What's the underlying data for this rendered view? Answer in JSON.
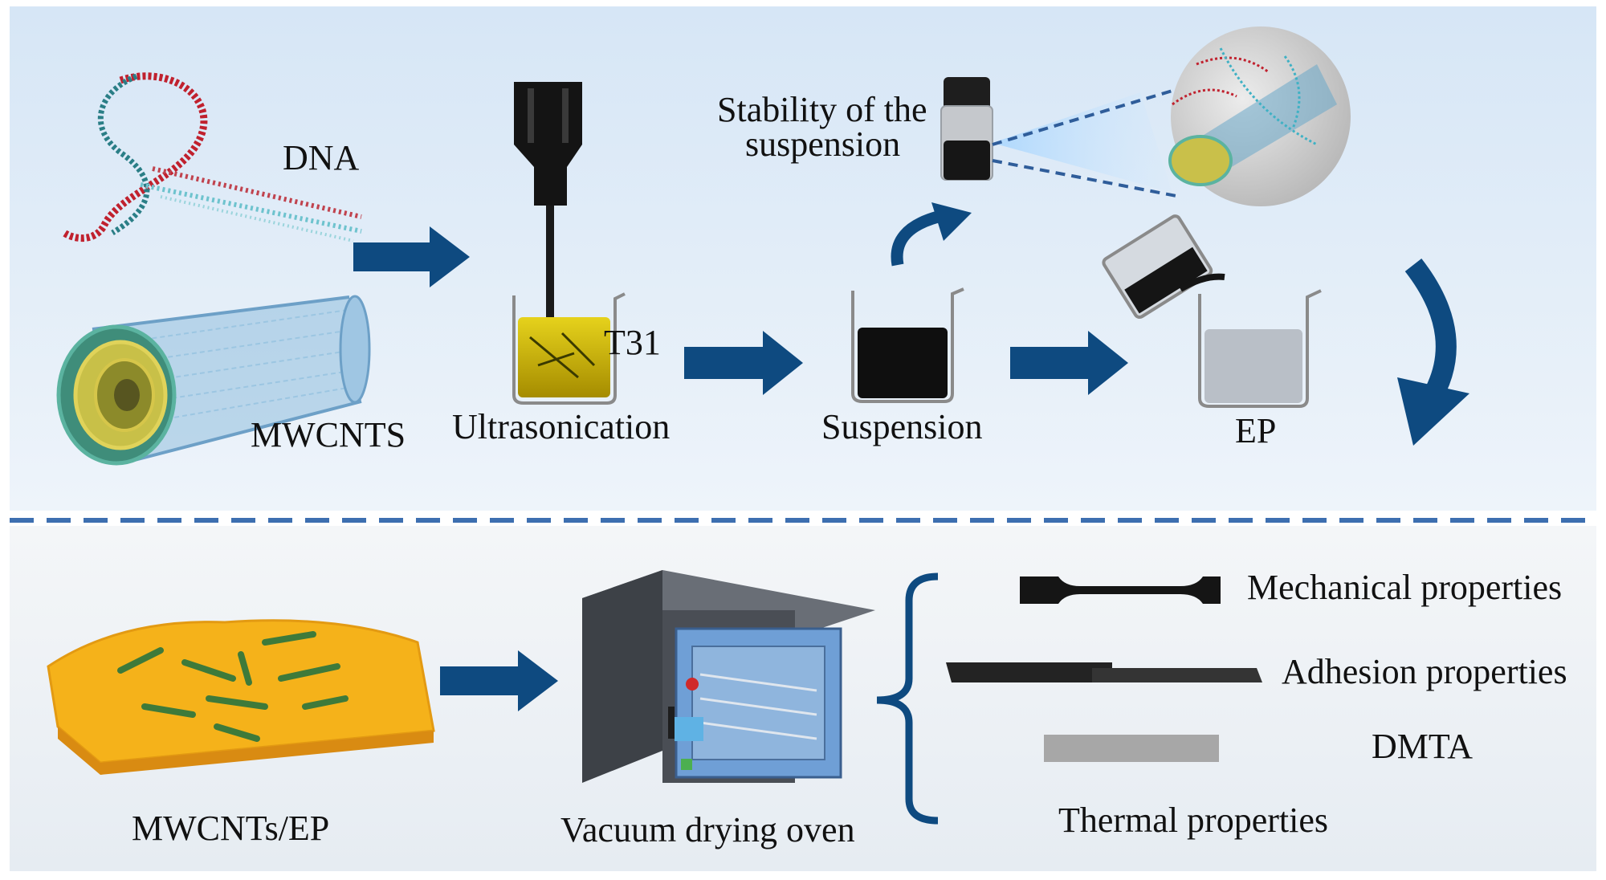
{
  "labels": {
    "dna": "DNA",
    "mwcnts": "MWCNTS",
    "ultrasonication": "Ultrasonication",
    "t31": "T31",
    "stability_line1": "Stability of the",
    "stability_line2": "suspension",
    "suspension": "Suspension",
    "ep": "EP",
    "composite": "MWCNTs/EP",
    "oven": "Vacuum drying oven",
    "mechanical": "Mechanical properties",
    "adhesion": "Adhesion properties",
    "dmta": "DMTA",
    "thermal": "Thermal properties"
  },
  "colors": {
    "arrow": "#0e4a80",
    "top_panel": "#e1ecf7",
    "bottom_panel": "#eef2f6",
    "divider": "#3d6fb0",
    "t31_liquid": "#c9b400",
    "suspension_liquid": "#0f0f0f",
    "ep_liquid": "#b9bfc7",
    "composite": "#f5b21a",
    "oven_body": "#4a4e55",
    "oven_door": "#6f9fd6"
  }
}
